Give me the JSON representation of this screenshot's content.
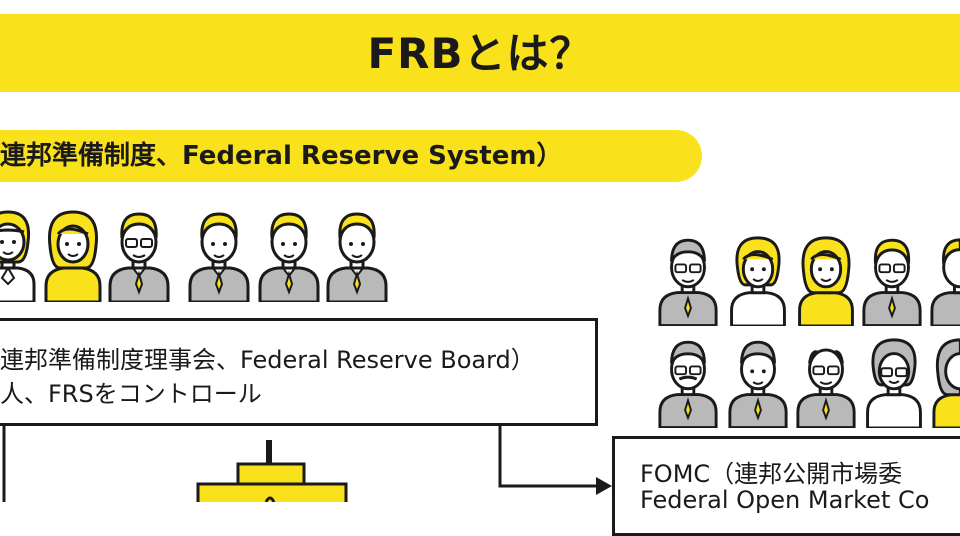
{
  "title": "FRBとは？",
  "system_label": "連邦準備制度、Federal Reserve System）",
  "board": {
    "line1": "連邦準備制度理事会、Federal Reserve Board）",
    "line2": "人、FRSをコントロール"
  },
  "fomc": {
    "line1": "FOMC（連邦公開市場委",
    "line2": "Federal Open Market Co"
  },
  "colors": {
    "accent_yellow": "#f9e11c",
    "suit_gray": "#b9b9b9",
    "outline": "#1a1a1a"
  }
}
